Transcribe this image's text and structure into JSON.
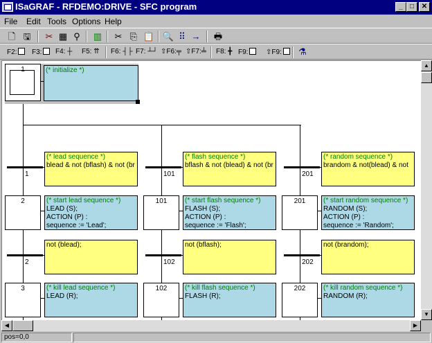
{
  "window": {
    "title": "ISaGRAF - RFDEMO:DRIVE - SFC program"
  },
  "menu": [
    "File",
    "Edit",
    "Tools",
    "Options",
    "Help"
  ],
  "toolbar2": {
    "f2": "F2:",
    "f3": "F3:",
    "f4": "F4:",
    "f5": "F5:",
    "f6": "F6:",
    "f7": "F7:",
    "sf6": "⇧F6:",
    "sf7": "⇧F7:",
    "f8": "F8:",
    "f9": "F9:",
    "sf9": "⇧F9:"
  },
  "sfc": {
    "initial": {
      "step": "1",
      "action": "(* initialize *)"
    },
    "branches": [
      {
        "cond1": {
          "comment": "(* lead sequence *)",
          "text": "blead & not (bflash) & not (br"
        },
        "t1": "1",
        "step2": "2",
        "action2": {
          "comment": "(* start lead sequence *)",
          "lines": [
            "LEAD (S);",
            "ACTION (P) :",
            "  sequence := 'Lead';"
          ]
        },
        "cond2": {
          "text": "not (blead);"
        },
        "t2": "2",
        "step3": "3",
        "action3": {
          "comment": "(* kill lead sequence *)",
          "lines": [
            "LEAD (R);"
          ]
        }
      },
      {
        "cond1": {
          "comment": "(* flash sequence *)",
          "text": "bflash & not (blead) & not (br"
        },
        "t1": "101",
        "step2": "101",
        "action2": {
          "comment": "(* start flash sequence *)",
          "lines": [
            "FLASH (S);",
            "ACTION (P) :",
            "  sequence := 'Flash';"
          ]
        },
        "cond2": {
          "text": "not (bflash);"
        },
        "t2": "102",
        "step3": "102",
        "action3": {
          "comment": "(* kill flash sequence *)",
          "lines": [
            "FLASH (R);"
          ]
        }
      },
      {
        "cond1": {
          "comment": "(* random sequence *)",
          "text": "brandom & not(blead) & not"
        },
        "t1": "201",
        "step2": "201",
        "action2": {
          "comment": "(* start random sequence *)",
          "lines": [
            "RANDOM (S);",
            "ACTION (P) :",
            "  sequence := 'Random';"
          ]
        },
        "cond2": {
          "text": "not (brandom);"
        },
        "t2": "202",
        "step3": "202",
        "action3": {
          "comment": "(* kill random sequence *)",
          "lines": [
            "RANDOM (R);"
          ]
        }
      }
    ]
  },
  "status": {
    "pos": "pos=0,0"
  }
}
